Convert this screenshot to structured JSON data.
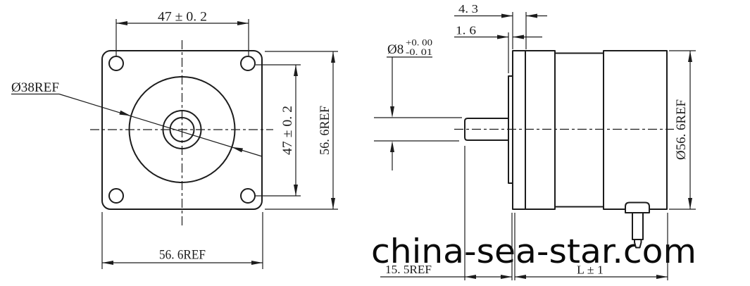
{
  "colors": {
    "line": "#1c1c1c",
    "background": "#ffffff",
    "watermark": "#0a0a0a"
  },
  "watermark": {
    "text": "china-sea-star.com"
  },
  "front_view": {
    "dim_hole_spacing_top": "47 ± 0. 2",
    "pilot_label": "Ø38REF",
    "dim_hole_spacing_right": "47 ± 0. 2",
    "dim_flange_height": "56. 6REF",
    "dim_flange_width": "56. 6REF"
  },
  "side_view": {
    "dim_front_cap_thickness": "4. 3",
    "dim_pilot_boss_height": "1. 6",
    "shaft_dia_label": "Ø8",
    "shaft_dia_tol_upper": "+0. 00",
    "shaft_dia_tol_lower": "-0. 01",
    "dim_body_diameter": "Ø56. 6REF",
    "dim_shaft_length": "15. 5REF",
    "dim_body_length": "L ± 1"
  }
}
